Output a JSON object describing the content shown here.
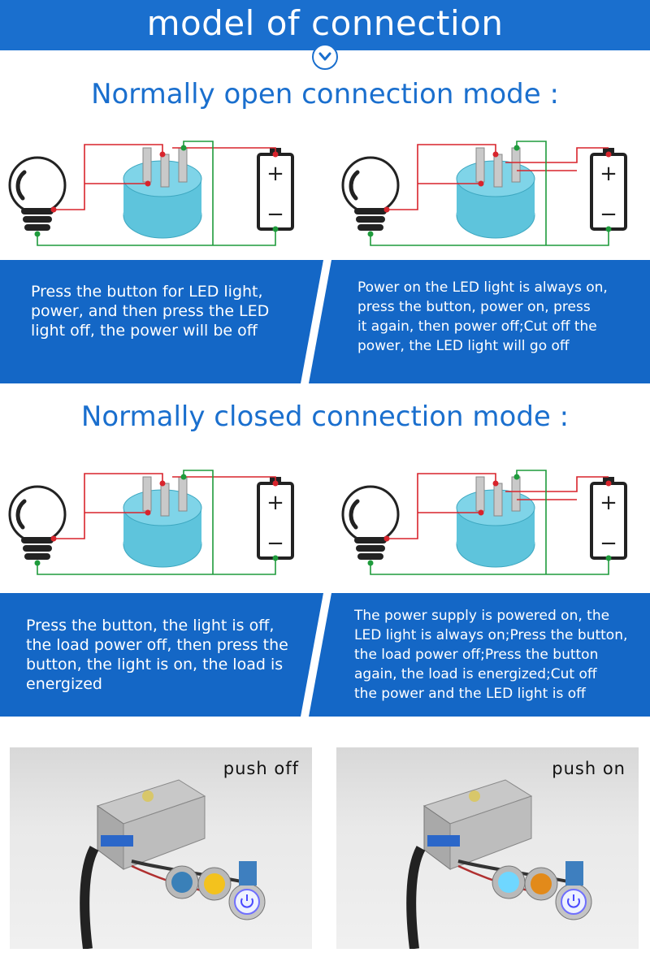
{
  "header": {
    "title": "model of connection"
  },
  "sections": {
    "open": {
      "title": "Normally open connection mode :"
    },
    "closed": {
      "title": "Normally closed connection mode :"
    }
  },
  "descriptions": {
    "open_left": [
      "Press the button for LED light,",
      "power, and then press the LED",
      "light off, the power will be off"
    ],
    "open_right": [
      "Power on the LED light is always on,",
      "press the button, power on, press",
      "it again, then power off;Cut off the",
      "power, the LED light will go off"
    ],
    "closed_left": [
      "Press the button, the light is off,",
      "the load power off, then press the",
      "button, the light is on, the load is",
      "energized"
    ],
    "closed_right": [
      "The power supply is powered on, the",
      "LED light is always on;Press the button,",
      "the load power off;Press the button",
      "again, the load is energized;Cut off",
      "the power and the LED light is off"
    ]
  },
  "photos": {
    "left_label": "push  off",
    "right_label": "push  on"
  },
  "battery": {
    "plus": "+",
    "minus": "−"
  },
  "colors": {
    "header_blue": "#1a6fce",
    "band_blue": "#1467c6",
    "switch_cyan": "#5ec4dc",
    "wire_red": "#d8242c",
    "wire_green": "#1f9b3c"
  }
}
